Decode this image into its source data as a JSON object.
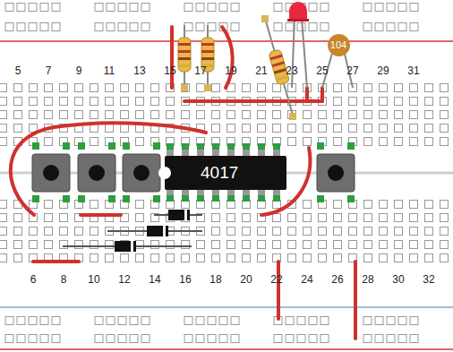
{
  "diagram": {
    "nodes": [
      {
        "text": [
          "4017"
        ]
      },
      {
        "text": [
          "104"
        ]
      }
    ],
    "labels": [
      "5",
      "7",
      "9",
      "11",
      "13",
      "15",
      "17",
      "19",
      "21",
      "23",
      "25",
      "27",
      "29",
      "31",
      "6",
      "8",
      "10",
      "12",
      "14",
      "16",
      "18",
      "20",
      "22",
      "24",
      "26",
      "28",
      "30",
      "32"
    ]
  }
}
